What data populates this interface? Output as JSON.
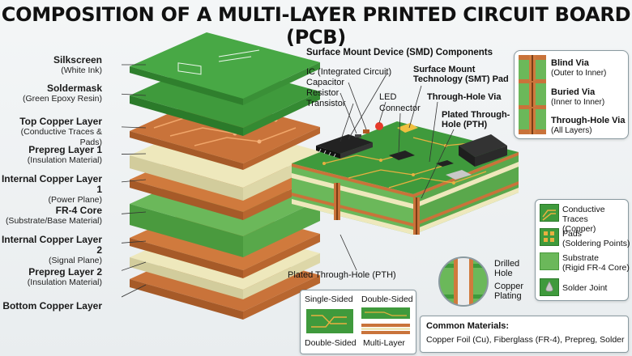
{
  "title": "COMPOSITION OF A MULTI-LAYER PRINTED CIRCUIT BOARD (PCB)",
  "layers": [
    {
      "name": "Silkscreen",
      "desc": "(White Ink)"
    },
    {
      "name": "Soldermask",
      "desc": "(Green Epoxy Resin)"
    },
    {
      "name": "Top Copper Layer",
      "desc": "(Conductive Traces & Pads)"
    },
    {
      "name": "Prepreg Layer 1",
      "desc": "(Insulation Material)"
    },
    {
      "name": "Internal Copper Layer 1",
      "desc": "(Power Plane)"
    },
    {
      "name": "FR-4 Core",
      "desc": "(Substrate/Base Material)"
    },
    {
      "name": "Internal Copper Layer 2",
      "desc": "(Signal Plane)"
    },
    {
      "name": "Prepreg Layer 2",
      "desc": "(Insulation Material)"
    },
    {
      "name": "Bottom Copper Layer",
      "desc": ""
    }
  ],
  "smd": {
    "heading": "Surface Mount Device (SMD) Components",
    "ic": "IC (Integrated Circuit)",
    "capacitor": "Capacitor",
    "resistor": "Resistor",
    "transistor": "Transistor",
    "led": "LED",
    "connector": "Connector",
    "smt_pad_1": "Surface Mount",
    "smt_pad_2": "Technology (SMT) Pad",
    "through_hole_via": "Through-Hole Via",
    "pth_1": "Plated Through-",
    "pth_2": "Hole (PTH)"
  },
  "pth_bottom": "Plated Through-Hole (PTH)",
  "vias": [
    {
      "name": "Blind Via",
      "desc": "(Outer to Inner)"
    },
    {
      "name": "Buried Via",
      "desc": "(Inner to Inner)"
    },
    {
      "name": "Through-Hole Via",
      "desc": "(All Layers)"
    }
  ],
  "legend": [
    {
      "name": "Conductive Traces",
      "desc": "(Copper)"
    },
    {
      "name": "Pads",
      "desc": "(Soldering Points)"
    },
    {
      "name": "Substrate",
      "desc": "(Rigid FR-4 Core)"
    },
    {
      "name": "Solder Joint",
      "desc": ""
    }
  ],
  "drill": {
    "hole_1": "Drilled",
    "hole_2": "Hole",
    "plating_1": "Copper",
    "plating_2": "Plating"
  },
  "types": {
    "single": "Single-Sided",
    "double_top": "Double-Sided",
    "double_bottom": "Double-Sided",
    "multi": "Multi-Layer"
  },
  "materials": {
    "heading": "Common Materials:",
    "text": "Copper Foil (Cu), Fiberglass (FR-4), Prepreg, Solder"
  },
  "colors": {
    "green": "#3f9a3c",
    "dark_green": "#2b7a2a",
    "copper": "#d07a3d",
    "prepreg": "#ece6b8",
    "core": "#6bb85a"
  }
}
